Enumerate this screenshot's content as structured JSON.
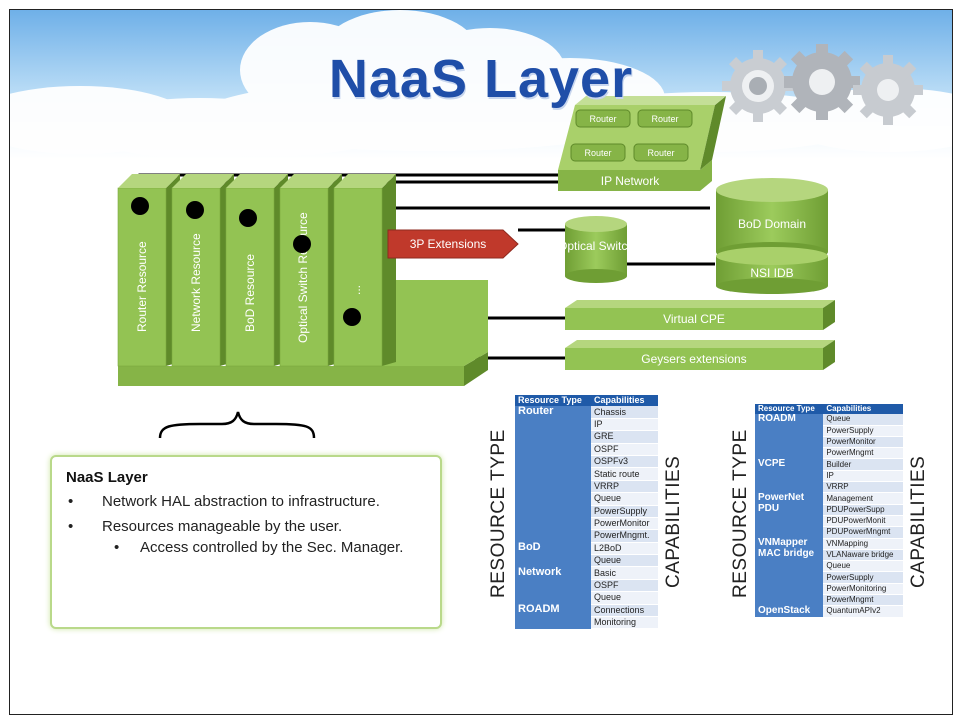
{
  "slide": {
    "title": "NaaS Layer"
  },
  "resource_blocks": [
    {
      "label": "Router Resource"
    },
    {
      "label": "Network Resource"
    },
    {
      "label": "BoD Resource"
    },
    {
      "label": "Optical Switch Resource"
    },
    {
      "label": "..."
    }
  ],
  "components": {
    "ip_network": "IP Network",
    "routers": [
      "Router",
      "Router",
      "Router",
      "Router"
    ],
    "bod_domain": "BoD Domain",
    "nsi_idb": "NSI IDB",
    "extensions_3p": "3P Extensions",
    "optical_switch": "Optical Switch",
    "virtual_cpe": "Virtual CPE",
    "geysers_extensions": "Geysers extensions"
  },
  "callout": {
    "title": "NaaS Layer",
    "bullets": [
      {
        "symbol": "•",
        "text": "Network HAL abstraction to infrastructure."
      },
      {
        "symbol": "•",
        "text": "Resources manageable by the user."
      },
      {
        "symbol": "•",
        "text": "Access controlled by the Sec. Manager."
      }
    ]
  },
  "table_left": {
    "headers": [
      "Resource Type",
      "Capabilities"
    ],
    "side_labels": {
      "left": "RESOURCE TYPE",
      "right": "CAPABILITIES"
    },
    "groups": [
      {
        "type": "Router",
        "capabilities": [
          "Chassis",
          "IP",
          "GRE",
          "OSPF",
          "OSPFv3",
          "Static route",
          "VRRP",
          "Queue",
          "PowerSupply",
          "PowerMonitor",
          "PowerMngmt."
        ]
      },
      {
        "type": "BoD",
        "capabilities": [
          "L2BoD",
          "Queue"
        ]
      },
      {
        "type": "Network",
        "capabilities": [
          "Basic",
          "OSPF",
          "Queue"
        ]
      },
      {
        "type": "ROADM",
        "capabilities": [
          "Connections",
          "Monitoring"
        ]
      }
    ]
  },
  "table_right": {
    "headers": [
      "Resource Type",
      "Capabilities"
    ],
    "side_labels": {
      "left": "RESOURCE TYPE",
      "right": "CAPABILITIES"
    },
    "groups": [
      {
        "type": "ROADM",
        "capabilities": [
          "Queue",
          "PowerSupply",
          "PowerMonitor",
          "PowerMngmt"
        ]
      },
      {
        "type": "VCPE",
        "capabilities": [
          "Builder",
          "IP",
          "VRRP"
        ]
      },
      {
        "type": "PowerNet",
        "capabilities": [
          "Management"
        ]
      },
      {
        "type": "PDU",
        "capabilities": [
          "PDUPowerSupp",
          "PDUPowerMonit",
          "PDUPowerMngmt"
        ]
      },
      {
        "type": "VNMapper",
        "capabilities": [
          "VNMapping"
        ]
      },
      {
        "type": "MAC bridge",
        "capabilities": [
          "VLANaware bridge",
          "Queue",
          "PowerSupply",
          "PowerMonitoring",
          "PowerMngmt"
        ]
      },
      {
        "type": "OpenStack",
        "capabilities": [
          "QuantumAPIv2"
        ]
      }
    ]
  },
  "colors": {
    "title": "#1f4ea8",
    "green_face": "#93c353",
    "green_side": "#5f8a2a",
    "green_top": "#b5d67e",
    "red_arrow": "#c0392b",
    "table_header": "#1f5aa8",
    "table_type": "#4a7fc4"
  }
}
